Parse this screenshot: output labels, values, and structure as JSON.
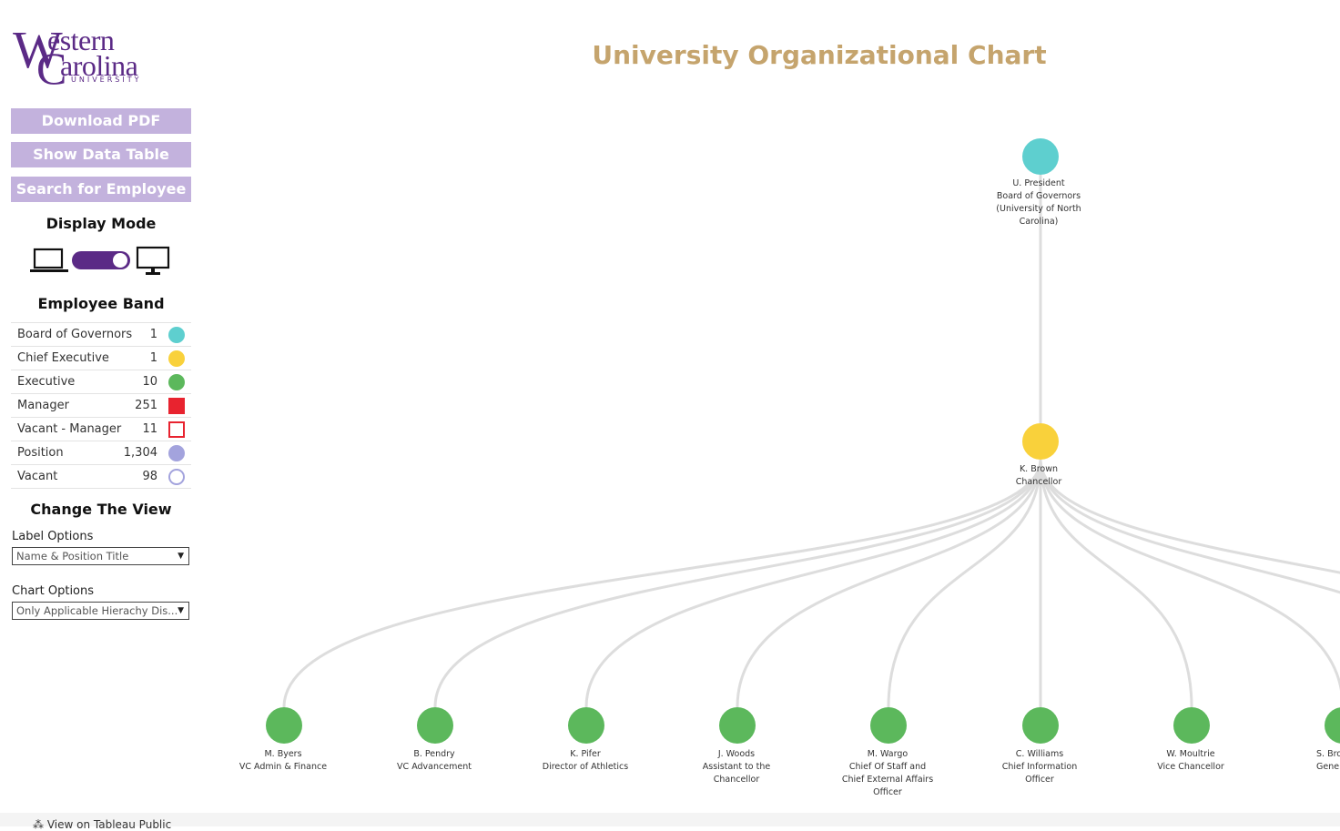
{
  "logo": {
    "line1": "estern",
    "line2": "arolina",
    "initial1": "W",
    "initial2": "C",
    "univ": "UNIVERSITY"
  },
  "buttons": {
    "download_pdf": "Download PDF",
    "show_table": "Show Data Table",
    "search": "Search for Employee"
  },
  "display_mode": {
    "title": "Display Mode",
    "toggle_on": true
  },
  "employee_band": {
    "title": "Employee Band",
    "rows": [
      {
        "name": "Board of Governors",
        "count": "1",
        "color": "#5ecfcf",
        "shape": "circle",
        "filled": true
      },
      {
        "name": "Chief Executive",
        "count": "1",
        "color": "#f9d13b",
        "shape": "circle",
        "filled": true
      },
      {
        "name": "Executive",
        "count": "10",
        "color": "#5cb85c",
        "shape": "circle",
        "filled": true
      },
      {
        "name": "Manager",
        "count": "251",
        "color": "#e8232f",
        "shape": "square",
        "filled": true
      },
      {
        "name": "Vacant - Manager",
        "count": "11",
        "color": "#e8232f",
        "shape": "square",
        "filled": false
      },
      {
        "name": "Position",
        "count": "1,304",
        "color": "#a3a3dd",
        "shape": "circle",
        "filled": true
      },
      {
        "name": "Vacant",
        "count": "98",
        "color": "#a3a3dd",
        "shape": "circle",
        "filled": false
      }
    ]
  },
  "change_view": {
    "title": "Change The View",
    "label_options": {
      "label": "Label Options",
      "value": "Name & Position Title"
    },
    "chart_options": {
      "label": "Chart Options",
      "value": "Only Applicable Hierachy Dis..."
    }
  },
  "main_title": "University Organizational Chart",
  "org": {
    "root": {
      "lines": [
        "U. President",
        "Board of Governors",
        "(University of North",
        "Carolina)"
      ],
      "color": "#5ecfcf"
    },
    "chancellor": {
      "lines": [
        "K. Brown",
        "Chancellor"
      ],
      "color": "#f9d13b"
    },
    "children": [
      {
        "lines": [
          "M. Byers",
          "VC Admin & Finance"
        ]
      },
      {
        "lines": [
          "B. Pendry",
          "VC Advancement"
        ]
      },
      {
        "lines": [
          "K. Pifer",
          "Director of Athletics"
        ]
      },
      {
        "lines": [
          "J. Woods",
          "Assistant to the",
          "Chancellor"
        ]
      },
      {
        "lines": [
          "M. Wargo",
          "Chief Of Staff and",
          "Chief External Affairs",
          "Officer"
        ]
      },
      {
        "lines": [
          "C. Williams",
          "Chief Information",
          "Officer"
        ]
      },
      {
        "lines": [
          "W. Moultrie",
          "Vice Chancellor"
        ]
      },
      {
        "lines": [
          "S. Bro",
          "General"
        ]
      }
    ],
    "child_color": "#5cb85c",
    "link_color": "#dddddd"
  },
  "footer": {
    "link": "View on Tableau Public"
  }
}
